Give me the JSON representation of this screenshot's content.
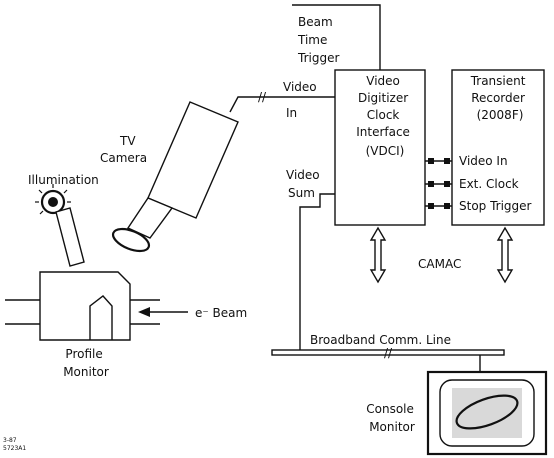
{
  "labels": {
    "beam_time_trigger": [
      "Beam",
      "Time",
      "Trigger"
    ],
    "video_in": [
      "Video",
      "In"
    ],
    "vdci": [
      "Video",
      "Digitizer",
      "Clock",
      "Interface",
      "(VDCI)"
    ],
    "transient_recorder": [
      "Transient",
      "Recorder",
      "(2008F)"
    ],
    "recorder_inputs": [
      "Video In",
      "Ext. Clock",
      "Stop Trigger"
    ],
    "tv_camera": [
      "TV",
      "Camera"
    ],
    "illumination": "Illumination",
    "video_sum": [
      "Video",
      "Sum"
    ],
    "camac": "CAMAC",
    "e_beam": "e⁻ Beam",
    "profile_monitor": [
      "Profile",
      "Monitor"
    ],
    "broadband_line": "Broadband Comm. Line",
    "console_monitor": [
      "Console",
      "Monitor"
    ],
    "figure_code": [
      "3-87",
      "5723A1"
    ]
  }
}
